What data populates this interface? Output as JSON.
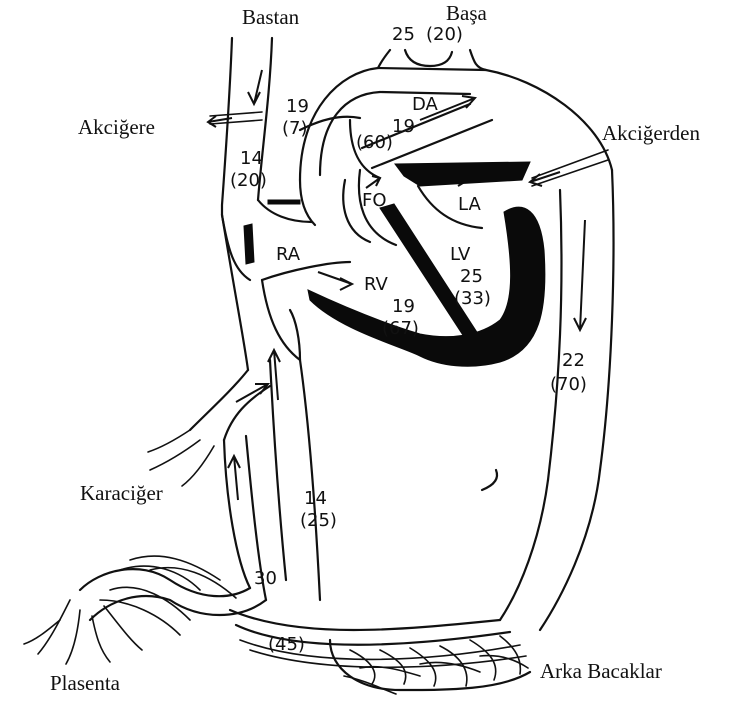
{
  "labels": {
    "bastan": "Bastan",
    "basa": "Başa",
    "akcigere": "Akciğere",
    "akcigerden": "Akciğerden",
    "karaciger": "Karaciğer",
    "plasenta": "Plasenta",
    "arka_bacaklar": "Arka Bacaklar",
    "da": "DA",
    "fo": "FO",
    "la": "LA",
    "lv": "LV",
    "ra": "RA",
    "rv": "RV"
  },
  "values": {
    "head_pressure": "25",
    "head_sat": "(20)",
    "pa_pressure": "19",
    "pa_sat": "(7)",
    "da_pressure": "19",
    "arch_sat": "(60)",
    "svc_pressure": "14",
    "svc_sat": "(20)",
    "lv_pressure": "25",
    "lv_sat": "(33)",
    "rv_pressure": "19",
    "rv_sat": "(67)",
    "aorta_pressure": "22",
    "aorta_sat": "(70)",
    "ivc_pressure": "14",
    "ivc_sat": "(25)",
    "umbilical_vein": "30",
    "umbilical_artery_sat": "(45)"
  }
}
